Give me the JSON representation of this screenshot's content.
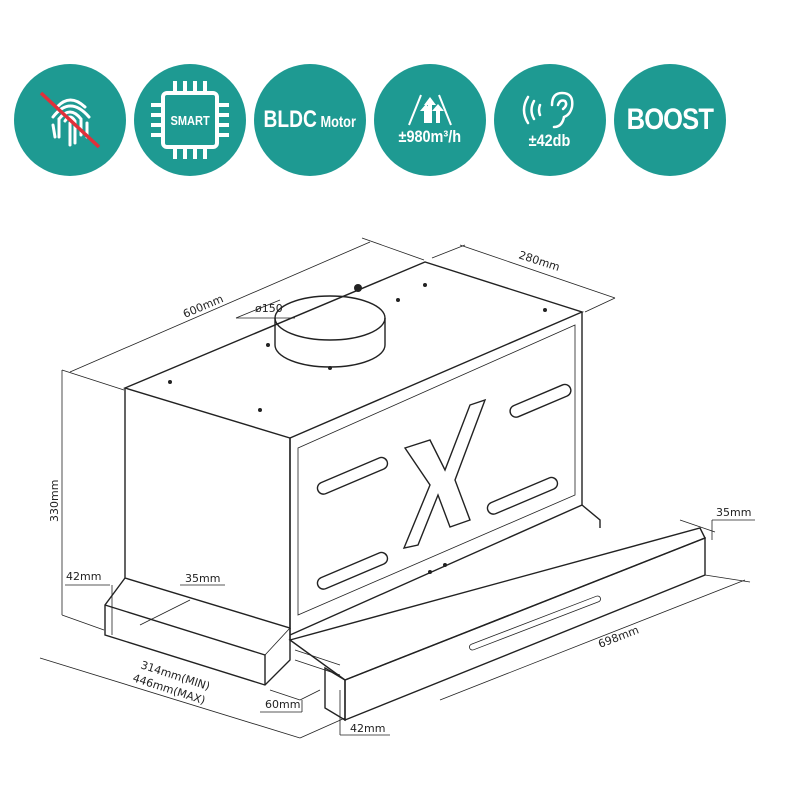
{
  "accent_color": "#1e9a92",
  "features": [
    {
      "icon": "no-fingerprint-icon",
      "label": ""
    },
    {
      "icon": "chip-icon",
      "label": "SMART"
    },
    {
      "icon": "",
      "label": "BLDC",
      "sub": "Motor"
    },
    {
      "icon": "airflow-arrows-icon",
      "label": "±980m³/h"
    },
    {
      "icon": "ear-sound-icon",
      "label": "±42db"
    },
    {
      "icon": "",
      "label": "BOOST"
    }
  ],
  "dimensions": {
    "width": "600mm",
    "duct": "ø150",
    "depth": "280mm",
    "height": "330mm",
    "ledge_height": "42mm",
    "ledge_depth": "35mm",
    "front_depth": "35mm",
    "front_width": "698mm",
    "extension_min": "314mm(MIN)",
    "extension_max": "446mm(MAX)",
    "gap": "60mm",
    "front_height": "42mm"
  }
}
